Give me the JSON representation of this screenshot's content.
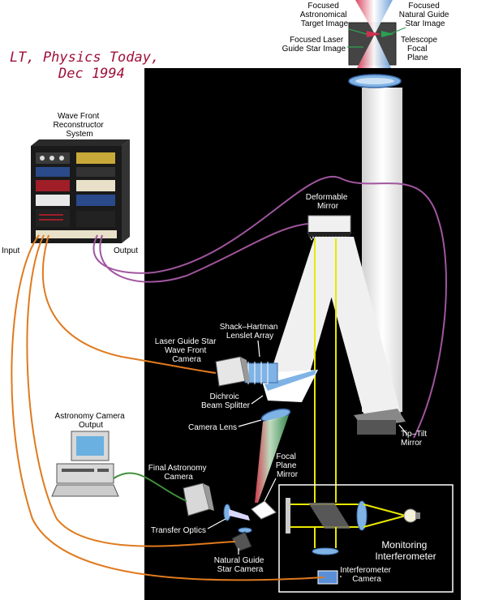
{
  "citation": {
    "line1": "LT, Physics Today,",
    "line2": "Dec 1994"
  },
  "labels": {
    "focused_target": [
      "Focused",
      "Astronomical",
      "Target Image"
    ],
    "focused_ngs": [
      "Focused",
      "Natural Guide",
      "Star Image"
    ],
    "focused_lgs": [
      "Focused Laser",
      "Guide Star Image"
    ],
    "telescope_focal_plane": [
      "Telescope",
      "Focal",
      "Plane"
    ],
    "wave_front_reconstructor": [
      "Wave Front",
      "Reconstructor",
      "System"
    ],
    "deformable_mirror": [
      "Deformable",
      "Mirror"
    ],
    "input": "Input",
    "output": "Output",
    "shack_hartman": [
      "Shack–Hartman",
      "Lenslet Array"
    ],
    "lgs_wavefront_camera": [
      "Laser Guide Star",
      "Wave Front",
      "Camera"
    ],
    "dichroic": [
      "Dichroic",
      "Beam Splitter"
    ],
    "camera_lens": "Camera Lens",
    "astronomy_camera_output": [
      "Astronomy Camera",
      "Output"
    ],
    "final_astronomy_camera": [
      "Final Astronomy",
      "Camera"
    ],
    "focal_plane_mirror": [
      "Focal",
      "Plane",
      "Mirror"
    ],
    "transfer_optics": "Transfer Optics",
    "tip_tilt": [
      "Tip–Tilt",
      "Mirror"
    ],
    "monitoring_interferometer": [
      "Monitoring",
      "Interferometer"
    ],
    "ngs_camera": [
      "Natural Guide",
      "Star Camera"
    ],
    "interferometer_camera": [
      "Interferometer",
      "Camera"
    ]
  },
  "colors": {
    "background_panel": "#000000",
    "beam": "#f2f2f2",
    "laser_beam": "#e8e800",
    "output_cable": "#a0559e",
    "input_cable": "#e07a1e",
    "camera_cable": "#3f8f3a",
    "optics": "#7fb3e6",
    "citation": "#a0103a"
  }
}
